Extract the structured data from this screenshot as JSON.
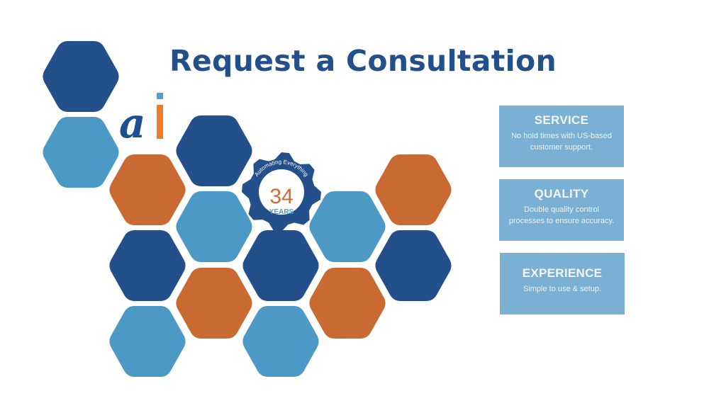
{
  "title": "Request a Consultation",
  "logo": {
    "letters": "ai",
    "colors": {
      "a": "#1f4f93",
      "i": "#ef7b26",
      "dot": "#4b9fd4"
    }
  },
  "badge": {
    "arc_text": "Automating Everything",
    "number": "34",
    "unit": "YEARS",
    "gear_color": "#23508a",
    "number_color": "#d06a2e",
    "unit_color": "#4a9ccc"
  },
  "palette": {
    "dark": "#23508a",
    "light": "#4b99c4",
    "orange": "#c96a32",
    "box": "#79b0d4"
  },
  "features": [
    {
      "title": "SERVICE",
      "line1": "No hold times with US-based",
      "line2": "customer support."
    },
    {
      "title": "QUALITY",
      "line1": "Double quality control",
      "line2": "processes to ensure accuracy."
    },
    {
      "title": "EXPERIENCE",
      "line1": "Simple to use & setup.",
      "line2": ""
    }
  ]
}
